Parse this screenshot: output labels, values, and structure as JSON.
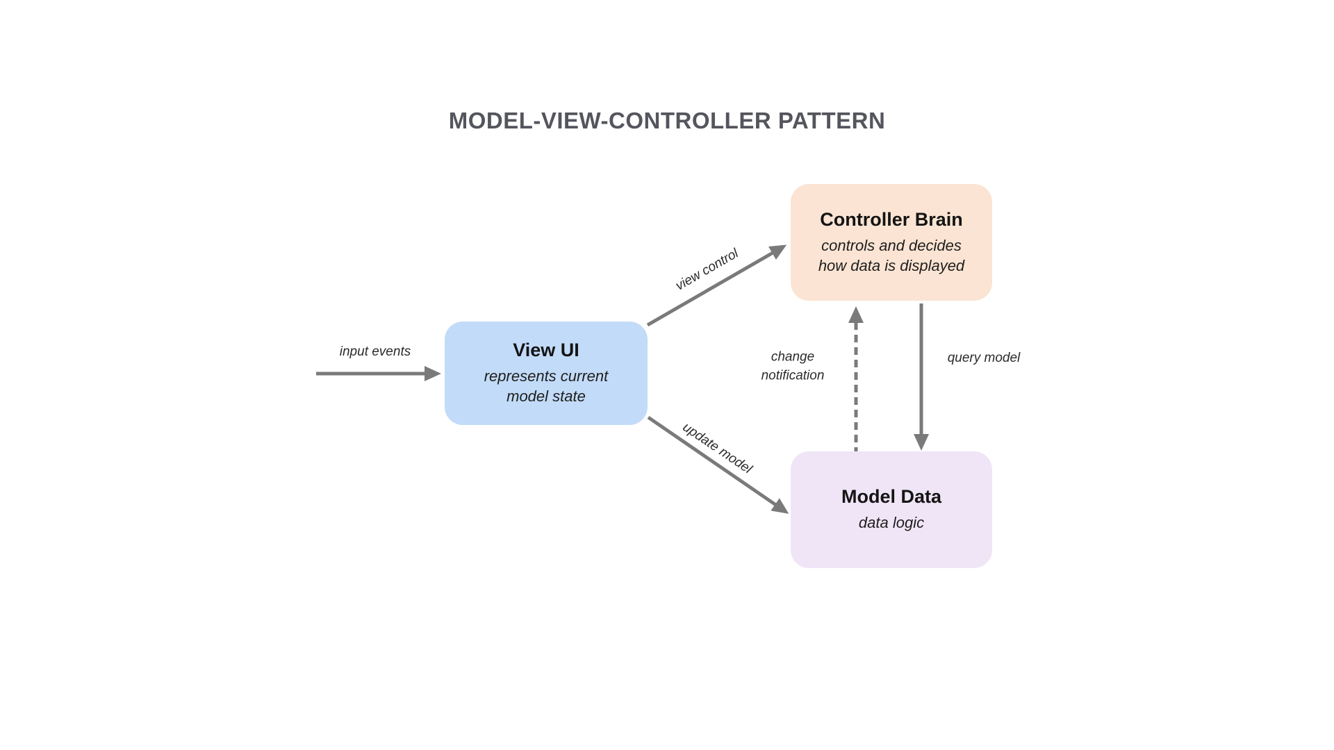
{
  "title": "MODEL-VIEW-CONTROLLER PATTERN",
  "nodes": {
    "view": {
      "title": "View UI",
      "subtitle": "represents current model state",
      "color": "#c2dbf8"
    },
    "controller": {
      "title": "Controller Brain",
      "subtitle": "controls and decides how data is displayed",
      "color": "#fbe4d3"
    },
    "model": {
      "title": "Model Data",
      "subtitle": "data logic",
      "color": "#f0e5f6"
    }
  },
  "edges": {
    "input_events": {
      "label": "input events",
      "from": "external",
      "to": "view",
      "style": "solid-arrow"
    },
    "view_control": {
      "label": "view control",
      "from": "view",
      "to": "controller",
      "style": "solid-arrow"
    },
    "update_model": {
      "label": "update model",
      "from": "view",
      "to": "model",
      "style": "solid-arrow"
    },
    "change_notification": {
      "label": "change notification",
      "from": "model",
      "to": "controller",
      "style": "dashed-arrow"
    },
    "query_model": {
      "label": "query model",
      "from": "controller",
      "to": "model",
      "style": "solid-arrow"
    }
  },
  "colors": {
    "background": "#ffffff",
    "title_text": "#54555d",
    "arrow": "#7a7a7a",
    "node_text": "#141414"
  }
}
